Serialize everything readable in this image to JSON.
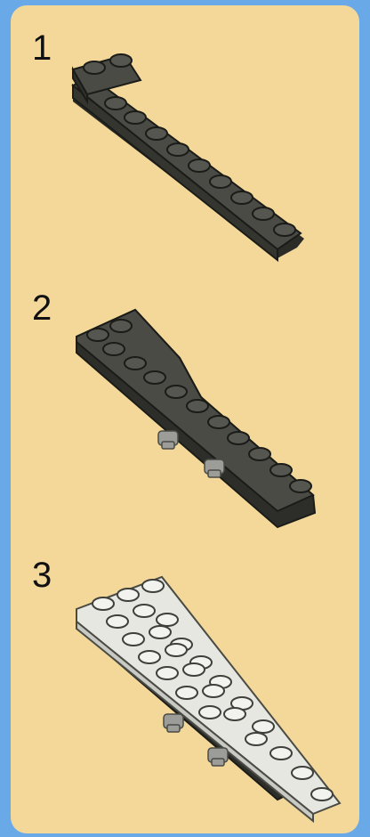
{
  "steps": [
    {
      "number": "1"
    },
    {
      "number": "2"
    },
    {
      "number": "3"
    }
  ],
  "colors": {
    "background": "#6aa9e8",
    "panel": "#f3d89a",
    "dark_plate": "#3f403b",
    "dark_plate_edge": "#1f201c",
    "light_wing": "#e6e7e1",
    "hinge_grey": "#9c9d98"
  }
}
